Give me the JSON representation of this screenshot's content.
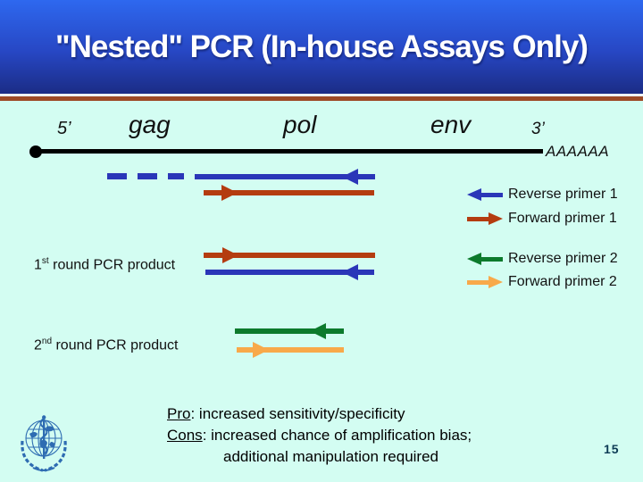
{
  "slide": {
    "title": "\"Nested\" PCR (In-house Assays Only)",
    "page_number": "15"
  },
  "genome": {
    "five_prime": "5’",
    "three_prime": "3’",
    "genes": [
      "gag",
      "pol",
      "env"
    ],
    "polya": "AAAAAA"
  },
  "products": {
    "first_round": {
      "prefix": "1",
      "sup": "st",
      "rest": " round PCR product"
    },
    "second_round": {
      "prefix": "2",
      "sup": "nd",
      "rest": " round PCR product"
    }
  },
  "legend": {
    "items": [
      {
        "label": "Reverse primer 1",
        "color": "#2a36b8",
        "direction": "left"
      },
      {
        "label": "Forward primer 1",
        "color": "#b43c10",
        "direction": "right"
      },
      {
        "label": "Reverse primer 2",
        "color": "#0c7a2c",
        "direction": "left"
      },
      {
        "label": "Forward primer 2",
        "color": "#f8a94a",
        "direction": "right"
      }
    ]
  },
  "diagram": {
    "template_strand": {
      "description": "viral RNA genome with poly-A tail",
      "color": "#000000",
      "genes": [
        "gag",
        "pol",
        "env"
      ]
    },
    "rows": [
      {
        "name": "reverse-primer-1-extension",
        "color": "#2a36b8",
        "direction": "left",
        "style": "dashed-then-solid"
      },
      {
        "name": "forward-primer-1-extension",
        "color": "#b43c10",
        "direction": "right",
        "style": "solid"
      },
      {
        "name": "first-round-product-top",
        "color": "#b43c10",
        "direction": "right",
        "style": "solid"
      },
      {
        "name": "first-round-product-bottom",
        "color": "#2a36b8",
        "direction": "left",
        "style": "solid"
      },
      {
        "name": "second-round-product-top",
        "color": "#0c7a2c",
        "direction": "left",
        "style": "solid"
      },
      {
        "name": "second-round-product-bottom",
        "color": "#f8a94a",
        "direction": "right",
        "style": "solid"
      }
    ]
  },
  "notes": {
    "pro_label": "Pro",
    "pro_text": ": increased sensitivity/specificity",
    "cons_label": "Cons",
    "cons_text": ": increased chance of amplification bias;",
    "cons_text2": "additional manipulation required"
  },
  "colors": {
    "background": "#d3fdf2",
    "header_gradient_top": "#2e68ef",
    "header_gradient_bottom": "#1b2c85",
    "separator_light": "#eef2f6",
    "separator_brown": "#9d4a26",
    "primer1_reverse": "#2a36b8",
    "primer1_forward": "#b43c10",
    "primer2_reverse": "#0c7a2c",
    "primer2_forward": "#f8a94a",
    "page_number": "#0d3b55",
    "who_logo": "#2e6cb2"
  }
}
